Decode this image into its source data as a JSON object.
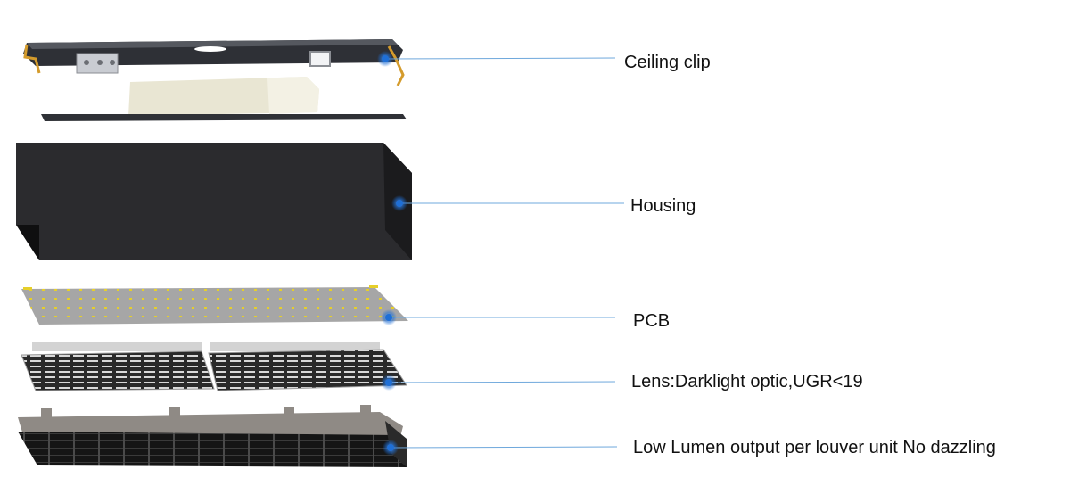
{
  "labels": {
    "ceiling_clip": "Ceiling clip",
    "housing": "Housing",
    "pcb": "PCB",
    "lens": "Lens:Darklight optic,UGR<19",
    "louver": "Low Lumen output per louver unit No dazzling"
  },
  "colors": {
    "leader_line": "#6fa8dc",
    "callout_dot": "#1f6fd6",
    "housing": "#2b2b2e",
    "pcb": "#a6a6a6",
    "led_dot": "#e6cf2a",
    "louver_frame": "#8f8a85",
    "louver_cells": "#1c1c1c"
  }
}
